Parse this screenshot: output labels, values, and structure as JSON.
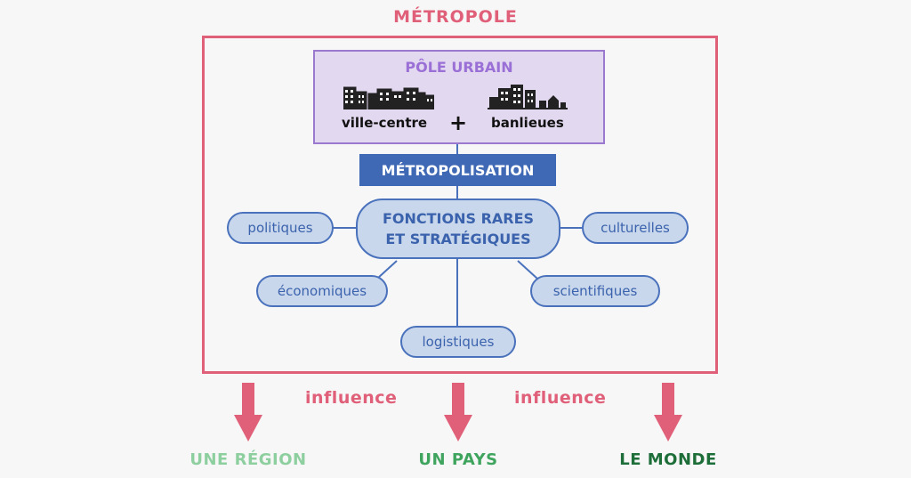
{
  "metropole": {
    "title": "MÉTROPOLE"
  },
  "pole_urbain": {
    "title": "PÔLE URBAIN",
    "left_label": "ville-centre",
    "plus": "+",
    "right_label": "banlieues"
  },
  "process": {
    "label": "MÉTROPOLISATION"
  },
  "center": {
    "line1": "FONCTIONS RARES",
    "line2": "ET STRATÉGIQUES"
  },
  "functions": {
    "politiques": "politiques",
    "culturelles": "culturelles",
    "economiques": "économiques",
    "scientifiques": "scientifiques",
    "logistiques": "logistiques"
  },
  "influence": {
    "left": "influence",
    "right": "influence"
  },
  "destinations": {
    "region": "UNE RÉGION",
    "pays": "UN PAYS",
    "monde": "LE MONDE"
  },
  "colors": {
    "metropole": "#e0607a",
    "pole_border": "#9a79cf",
    "pole_fill": "#e2d8ef",
    "process_fill": "#3f68b5",
    "node_fill": "#c9d7ec",
    "node_border": "#4a72bc",
    "region": "#8ecfa0",
    "pays": "#3fa45e",
    "monde": "#1e6e3a"
  },
  "icons": [
    "city-center-buildings-icon",
    "suburb-buildings-icon",
    "down-arrow-icon"
  ]
}
